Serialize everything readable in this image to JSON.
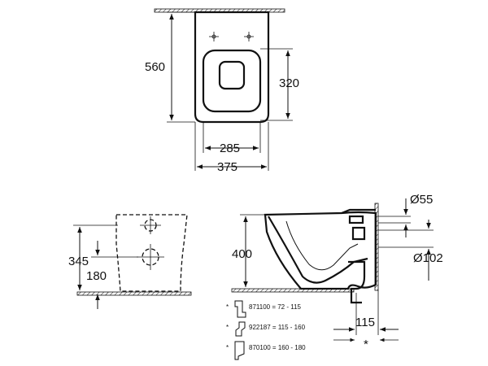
{
  "top_view": {
    "height_overall": "560",
    "height_seat": "320",
    "width_inner": "285",
    "width_overall": "375"
  },
  "front_view": {
    "height_upper": "345",
    "height_lower": "180"
  },
  "side_view": {
    "height": "400",
    "diameter_small": "Ø55",
    "diameter_large": "Ø102",
    "depth": "115",
    "asterisk": "*"
  },
  "fittings": [
    {
      "marker": "*",
      "text": "871100 = 72 - 115"
    },
    {
      "marker": "*",
      "text": "922187 = 115 - 160"
    },
    {
      "marker": "*",
      "text": "870100 = 160 - 180"
    }
  ]
}
